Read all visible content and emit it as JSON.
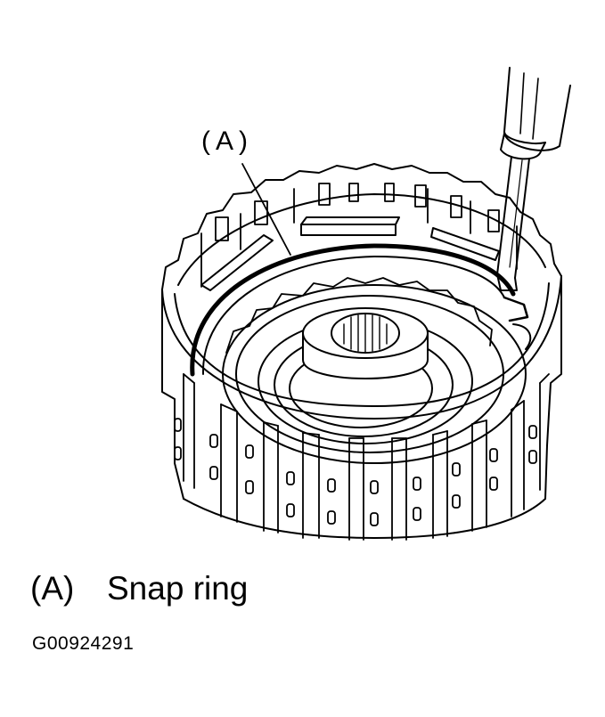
{
  "callout": {
    "label": "(A)"
  },
  "legend": {
    "tag": "(A)",
    "description": "Snap ring"
  },
  "figure_id": "G00924291",
  "colors": {
    "ink": "#000000",
    "paper": "#ffffff"
  }
}
